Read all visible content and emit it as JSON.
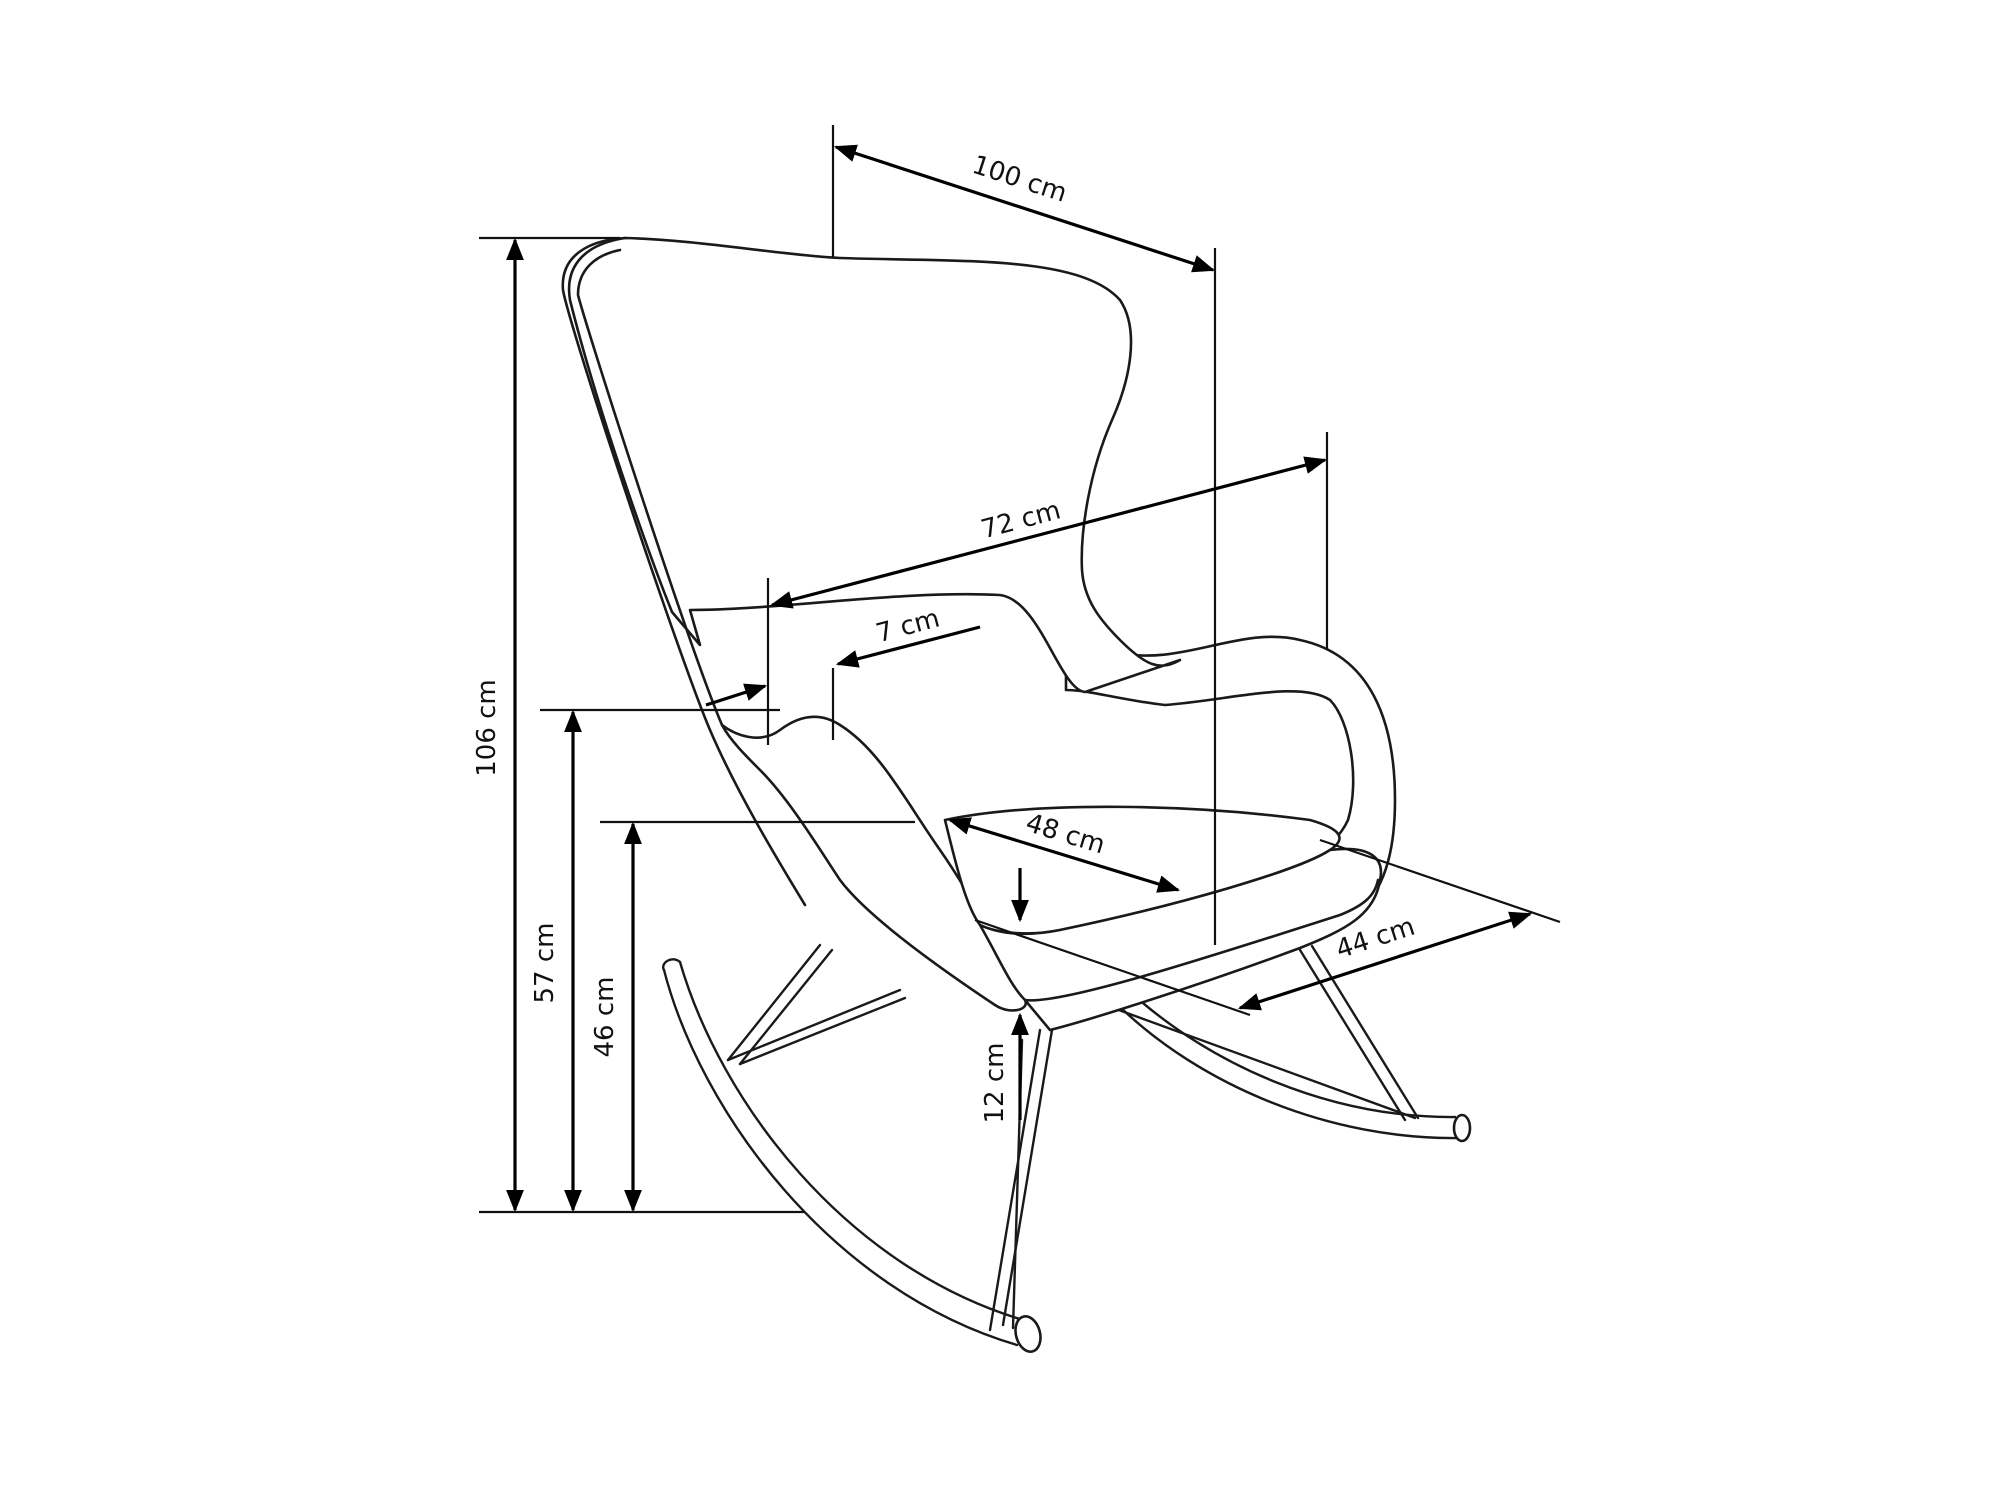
{
  "diagram": {
    "colors": {
      "line": "#1a1a1a",
      "background": "#ffffff"
    },
    "dimensions": {
      "width_overall": "100 cm",
      "width_seat": "72 cm",
      "armrest_width": "7 cm",
      "seat_depth": "48 cm",
      "seat_width": "44 cm",
      "height_overall": "106 cm",
      "armrest_height": "57 cm",
      "seat_height": "46 cm",
      "seat_cushion": "12 cm"
    }
  }
}
